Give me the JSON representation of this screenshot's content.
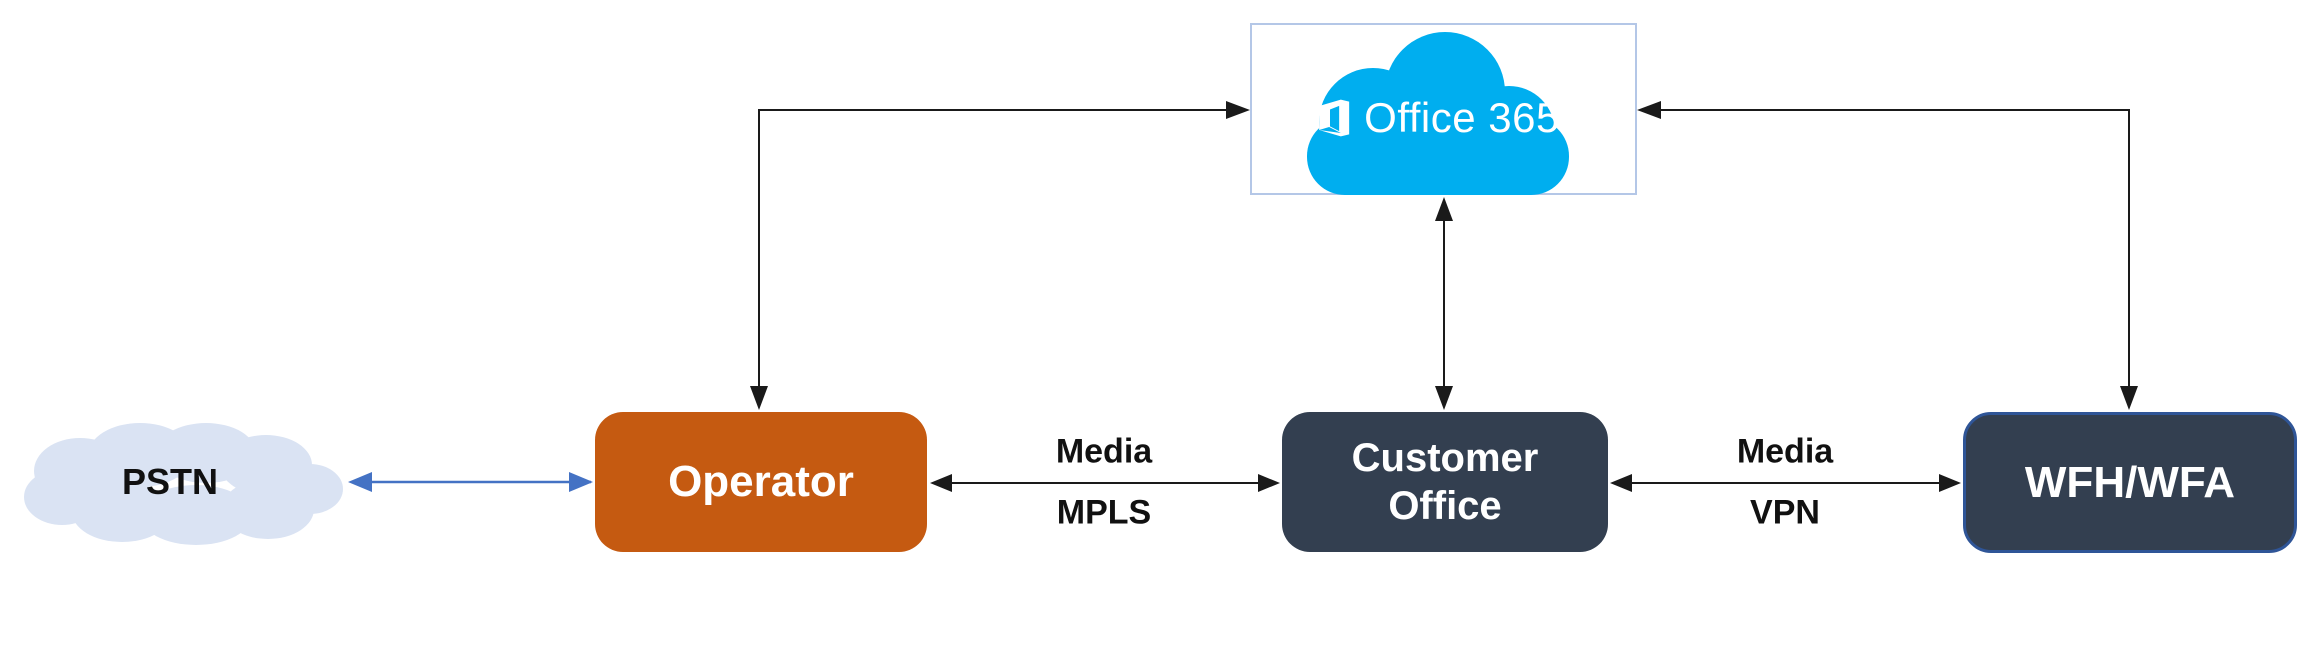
{
  "diagram": {
    "nodes": {
      "pstn": {
        "label": "PSTN"
      },
      "operator": {
        "label": "Operator"
      },
      "customer_office": {
        "line1": "Customer",
        "line2": "Office"
      },
      "wfh_wfa": {
        "label": "WFH/WFA"
      },
      "office365": {
        "label": "Office 365"
      }
    },
    "edges": {
      "pstn_operator": {
        "type": "double-arrow",
        "label_top": "",
        "label_bottom": ""
      },
      "operator_customer_office": {
        "type": "double-arrow",
        "label_top": "Media",
        "label_bottom": "MPLS"
      },
      "customer_office_wfh_wfa": {
        "type": "double-arrow",
        "label_top": "Media",
        "label_bottom": "VPN"
      },
      "operator_office365": {
        "type": "double-arrow-elbow"
      },
      "customer_office_office365": {
        "type": "double-arrow"
      },
      "wfh_wfa_office365": {
        "type": "double-arrow-elbow"
      }
    },
    "icons": {
      "office365_cloud": "cloud-icon",
      "office_logo": "office-logo-icon",
      "pstn_cloud": "cloud-icon"
    },
    "colors": {
      "operator_fill": "#C55A11",
      "dark_fill": "#333F50",
      "wfh_border": "#2F5597",
      "pstn_fill": "#DAE3F3",
      "office365_cloud": "#00AEEF",
      "frame_border": "#B4C7E7",
      "pstn_arrow": "#4472C4",
      "connector": "#1a1a1a"
    }
  }
}
